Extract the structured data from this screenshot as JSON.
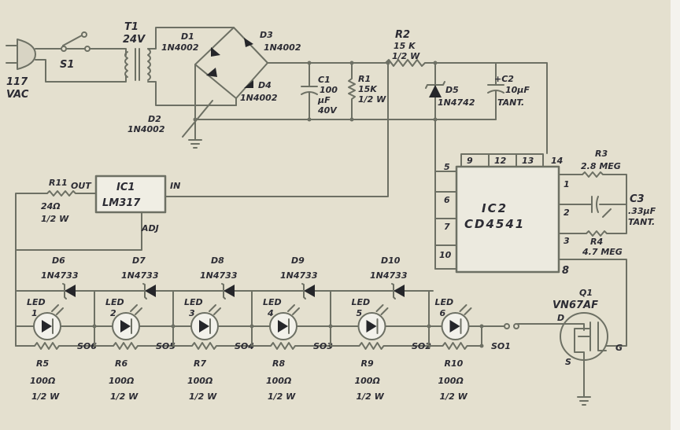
{
  "power": {
    "plug_label_1": "117",
    "plug_label_2": "VAC",
    "switch": "S1",
    "transformer": "T1",
    "transformer_v": "24V",
    "bridge": [
      {
        "name": "D1",
        "part": "1N4002"
      },
      {
        "name": "D2",
        "part": "1N4002"
      },
      {
        "name": "D3",
        "part": "1N4002"
      },
      {
        "name": "D4",
        "part": "1N4002"
      }
    ],
    "c1": {
      "name": "C1",
      "v1": "100",
      "v2": "µF",
      "v3": "40V"
    },
    "r1": {
      "name": "R1",
      "v1": "15K",
      "v2": "1/2 W"
    },
    "r2": {
      "name": "R2",
      "v1": "15 K",
      "v2": "1/2 W"
    },
    "d5": {
      "name": "D5",
      "part": "1N4742"
    },
    "c2": {
      "name": "+C2",
      "v1": "10µF",
      "v2": "TANT."
    }
  },
  "ic2": {
    "name": "IC2",
    "part": "CD4541",
    "top_pins": [
      "9",
      "12",
      "13",
      "14"
    ],
    "left_pins": [
      "5",
      "6",
      "7",
      "10"
    ],
    "right_pins": [
      "1",
      "2",
      "3",
      "8"
    ],
    "r3": {
      "name": "R3",
      "v": "2.8 MEG"
    },
    "c3": {
      "name": "C3",
      "v1": ".33µF",
      "v2": "TANT."
    },
    "r4": {
      "name": "R4",
      "v": "4.7 MEG"
    }
  },
  "q1": {
    "name": "Q1",
    "part": "VN67AF",
    "d": "D",
    "g": "G",
    "s": "S"
  },
  "ic1": {
    "name": "IC1",
    "part": "LM317",
    "out": "OUT",
    "in": "IN",
    "adj": "ADJ"
  },
  "r11": {
    "name": "R11",
    "v1": "24Ω",
    "v2": "1/2 W"
  },
  "zeners": [
    {
      "name": "D6",
      "part": "1N4733"
    },
    {
      "name": "D7",
      "part": "1N4733"
    },
    {
      "name": "D8",
      "part": "1N4733"
    },
    {
      "name": "D9",
      "part": "1N4733"
    },
    {
      "name": "D10",
      "part": "1N4733"
    }
  ],
  "stages": [
    {
      "led": "LED",
      "num": "1",
      "r": "R5",
      "rv": "100Ω",
      "rw": "1/2 W",
      "so": "SO6"
    },
    {
      "led": "LED",
      "num": "2",
      "r": "R6",
      "rv": "100Ω",
      "rw": "1/2 W",
      "so": "SO5"
    },
    {
      "led": "LED",
      "num": "3",
      "r": "R7",
      "rv": "100Ω",
      "rw": "1/2 W",
      "so": "SO4"
    },
    {
      "led": "LED",
      "num": "4",
      "r": "R8",
      "rv": "100Ω",
      "rw": "1/2 W",
      "so": "SO3"
    },
    {
      "led": "LED",
      "num": "5",
      "r": "R9",
      "rv": "100Ω",
      "rw": "1/2 W",
      "so": "SO2"
    },
    {
      "led": "LED",
      "num": "6",
      "r": "R10",
      "rv": "100Ω",
      "rw": "1/2 W",
      "so": "SO1"
    }
  ]
}
